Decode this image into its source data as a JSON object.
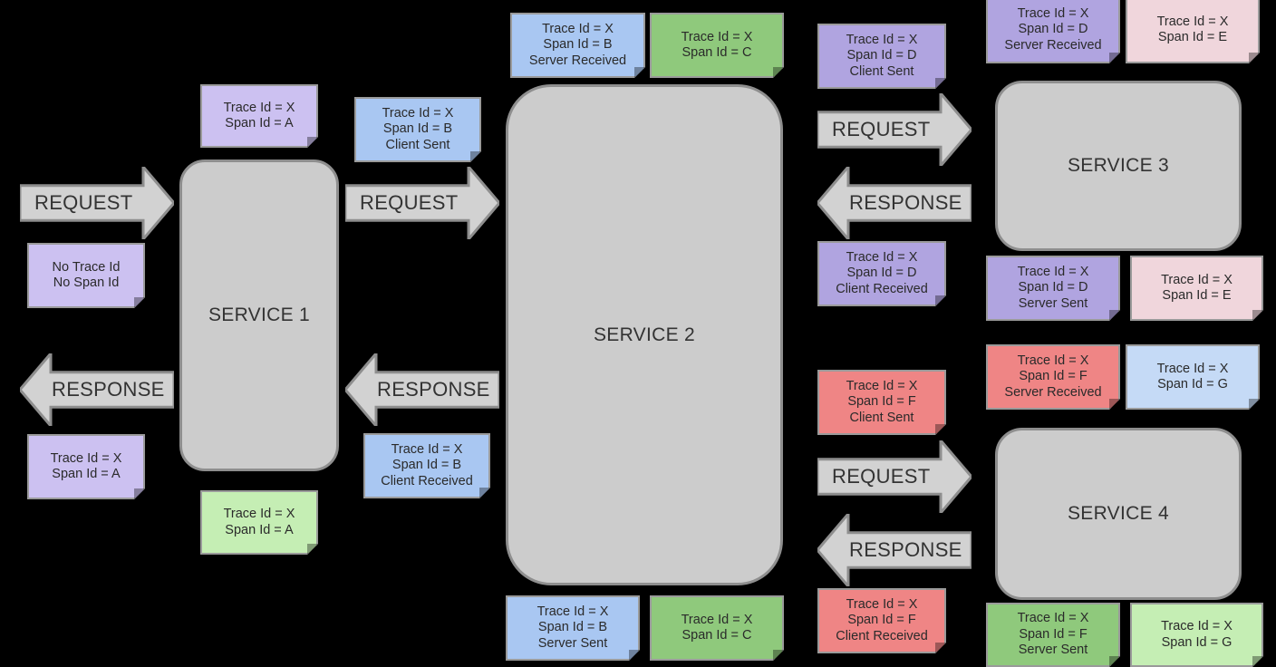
{
  "colors": {
    "background": "#000000",
    "service_fill": "#cccccc",
    "arrow_fill": "#d2d2d2",
    "note_purple": "#ccc1f1",
    "note_blue": "#a9c7f2",
    "note_green": "#c5eeb4",
    "note_red": "#ef8585",
    "note_pink": "#f0d6dc"
  },
  "services": {
    "s1": "SERVICE 1",
    "s2": "SERVICE 2",
    "s3": "SERVICE 3",
    "s4": "SERVICE 4"
  },
  "arrows": {
    "request": "REQUEST",
    "response": "RESPONSE"
  },
  "notes": {
    "n_no_trace": [
      "No Trace Id",
      "No Span Id"
    ],
    "n_s1_in": [
      "Trace Id = X",
      "Span Id = A"
    ],
    "n_s1_resp": [
      "Trace Id = X",
      "Span Id = A"
    ],
    "n_s1_out": [
      "Trace Id = X",
      "Span Id = A"
    ],
    "n_b_client_sent": [
      "Trace Id = X",
      "Span Id = B",
      "Client Sent"
    ],
    "n_b_client_received": [
      "Trace Id = X",
      "Span Id = B",
      "Client Received"
    ],
    "n_b_server_received": [
      "Trace Id = X",
      "Span Id = B",
      "Server Received"
    ],
    "n_c_top": [
      "Trace Id = X",
      "Span Id = C"
    ],
    "n_b_server_sent": [
      "Trace Id = X",
      "Span Id = B",
      "Server Sent"
    ],
    "n_c_bottom": [
      "Trace Id = X",
      "Span Id = C"
    ],
    "n_d_client_sent": [
      "Trace Id = X",
      "Span Id = D",
      "Client Sent"
    ],
    "n_d_client_received": [
      "Trace Id = X",
      "Span Id = D",
      "Client Received"
    ],
    "n_d_server_received": [
      "Trace Id = X",
      "Span Id = D",
      "Server Received"
    ],
    "n_e_top": [
      "Trace Id = X",
      "Span Id = E"
    ],
    "n_d_server_sent": [
      "Trace Id = X",
      "Span Id = D",
      "Server Sent"
    ],
    "n_e_bottom": [
      "Trace Id = X",
      "Span Id = E"
    ],
    "n_f_client_sent": [
      "Trace Id = X",
      "Span Id = F",
      "Client Sent"
    ],
    "n_f_client_received": [
      "Trace Id = X",
      "Span Id = F",
      "Client Received"
    ],
    "n_f_server_received": [
      "Trace Id = X",
      "Span Id = F",
      "Server Received"
    ],
    "n_g_top": [
      "Trace Id = X",
      "Span Id = G"
    ],
    "n_f_server_sent": [
      "Trace Id = X",
      "Span Id = F",
      "Server Sent"
    ],
    "n_g_bottom": [
      "Trace Id = X",
      "Span Id = G"
    ]
  }
}
